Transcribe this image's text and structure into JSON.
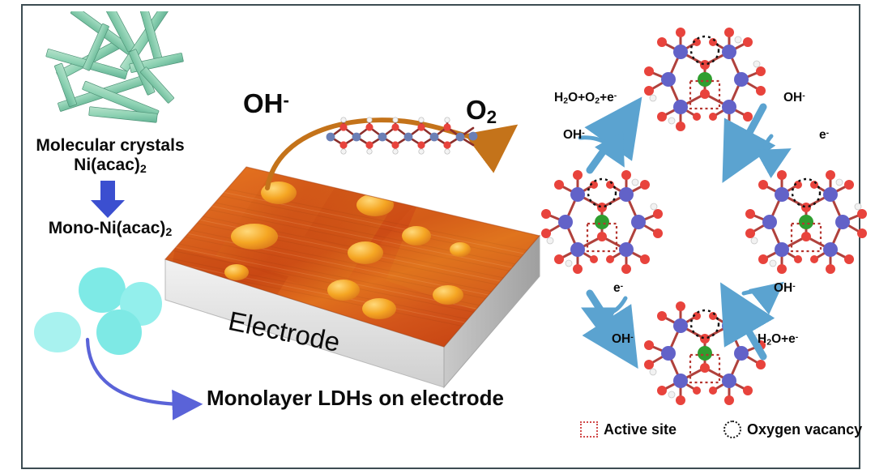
{
  "figure": {
    "type": "scientific-schematic",
    "theme": "Monolayer Ni LDH electrocatalyst for oxygen evolution reaction",
    "background_color": "#ffffff",
    "frame_color": "#3c4c52"
  },
  "left_panel": {
    "crystals_caption_line1": "Molecular crystals",
    "crystals_caption_line2_html": "Ni(acac)<sub>2</sub>",
    "mono_caption_html": "Mono-Ni(acac)<sub>2</sub>",
    "down_arrow_color": "#3b4fd0",
    "curved_arrow_color": "#5a63d8",
    "crystal_color": "#8fd3b4",
    "blob_color": "#7eeae6"
  },
  "center_panel": {
    "reactant_label_html": "OH<sup>-</sup>",
    "product_label_html": "O<sub>2</sub>",
    "electrode_label": "Electrode",
    "bottom_caption": "Monolayer LDHs on electrode",
    "reaction_arrow_color": "#c4731a",
    "afm_surface_color": "#d4581a",
    "slab_side_color": "#d9d9d9"
  },
  "cycle_panel": {
    "steps": [
      {
        "id": "top",
        "position": "top",
        "has_oxygen_vacancy": true,
        "has_active_site": true
      },
      {
        "id": "right",
        "position": "right",
        "has_oxygen_vacancy": true,
        "has_active_site": true
      },
      {
        "id": "bottom",
        "position": "bottom",
        "has_oxygen_vacancy": true,
        "has_active_site": true
      },
      {
        "id": "left",
        "position": "left",
        "has_oxygen_vacancy": true,
        "has_active_site": true
      }
    ],
    "labels": {
      "top_left_out_html": "H<sub>2</sub>O+O<sub>2</sub>+e<sup>-</sup>",
      "top_left_in_html": "OH<sup>-</sup>",
      "top_right_in_html": "OH<sup>-</sup>",
      "top_right_out_html": "e<sup>-</sup>",
      "bottom_left_out_html": "e<sup>-</sup>",
      "bottom_left_in_html": "OH<sup>-</sup>",
      "bottom_right_in_html": "OH<sup>-</sup>",
      "bottom_right_out_html": "H<sub>2</sub>O+e<sup>-</sup>"
    },
    "arrow_color": "#5ba3d0",
    "atom_colors": {
      "metal_ni": "#6262c8",
      "metal_active_green": "#2f9e2f",
      "oxygen": "#e8433c",
      "hydrogen": "#f2f2f2",
      "bond": "#b0413c"
    }
  },
  "legend": {
    "items": [
      {
        "symbol": "dotted-square",
        "label": "Active site",
        "color": "#d14b4b"
      },
      {
        "symbol": "dotted-circle",
        "label": "Oxygen vacancy",
        "color": "#111111"
      }
    ]
  }
}
